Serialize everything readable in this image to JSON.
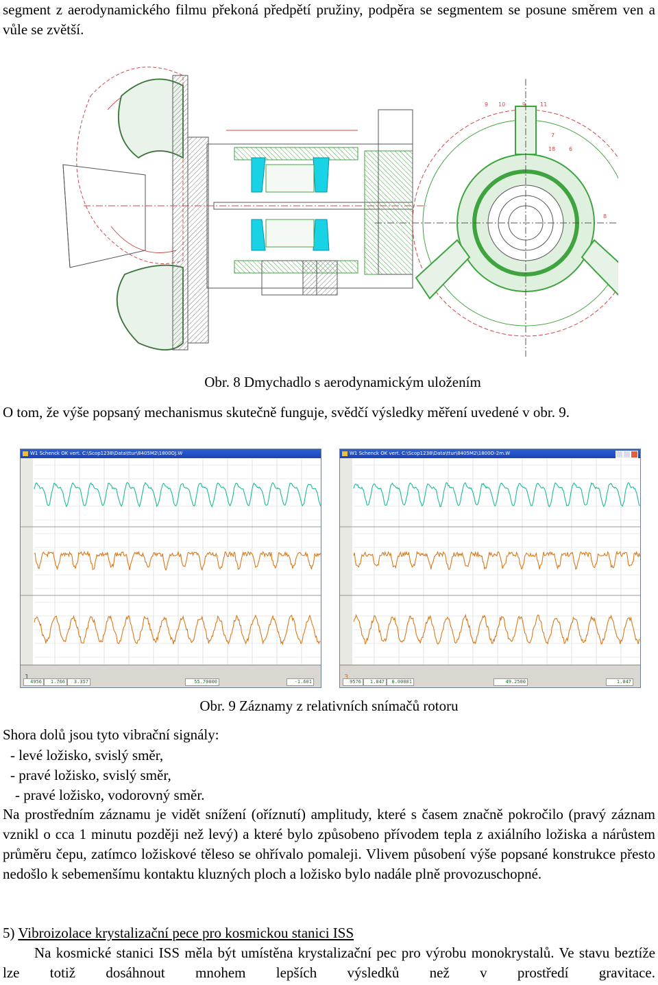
{
  "intro_text": "segment z aerodynamického filmu překoná předpětí pružiny, podpěra se segmentem se posune směrem ven a vůle se zvětší.",
  "figure8": {
    "caption": "Obr. 8 Dmychadlo s aerodynamickým uložením",
    "part_numbers": [
      "9",
      "10",
      "9",
      "11",
      "7",
      "18",
      "6",
      "8"
    ]
  },
  "paragraph_results": "O tom, že výše popsaný mechanismus skutečně funguje, svědčí výsledky měření uvedené v obr. 9.",
  "figure9": {
    "caption": "Obr. 9 Záznamy z relativních snímačů rotoru",
    "left_window": {
      "title": "W1 Schenck OK vert. C:\\Scop1238\\Data\\ttur\\8405M2\\1800OJ.W",
      "channel": "1",
      "status_values": [
        "4956",
        "1.766",
        "3.357",
        "55.70000",
        "-1.601"
      ]
    },
    "right_window": {
      "title": "W1 Schenck OK vert. C:\\Scop1238\\Data\\ttur\\8405M2\\1800O-2m.W",
      "channel": "3",
      "status_values": [
        "9576",
        "1.047",
        "0.00001",
        "49.2500",
        "1.047"
      ]
    }
  },
  "signals_heading": "Shora dolů jsou tyto vibrační signály:",
  "signals_list": [
    "- levé ložisko, svislý směr,",
    "- pravé ložisko, svislý směr,",
    "- pravé ložisko, vodorovný směr."
  ],
  "paragraph_middle": "Na prostředním záznamu je vidět snížení (oříznutí) amplitudy, které s časem značně pokročilo (pravý záznam vznikl o cca 1 minutu později než levý) a které bylo způsobeno přívodem tepla z axiálního ložiska a nárůstem průměru čepu, zatímco ložiskové těleso se ohřívalo pomaleji. Vlivem působení výše popsané konstrukce přesto nedošlo k sebemenšímu kontaktu kluzných ploch a ložisko bylo nadále plně provozuschopné.",
  "section5": {
    "number": "5)",
    "title": "Vibroizolace krystalizační pece pro kosmickou stanici ISS",
    "text": "Na kosmické stanici ISS měla být umístěna krystalizační pec pro výrobu monokrystalů. Ve stavu beztíže lze totiž dosáhnout mnohem lepších výsledků než v prostředí gravitace."
  },
  "colors": {
    "cad_red": "#d04848",
    "cad_green": "#3fa33f",
    "cad_cyan": "#18d2e6",
    "trace_cyan": "#1cb89a",
    "trace_orange": "#d9781a",
    "window_title_blue": "#1c43b7"
  }
}
